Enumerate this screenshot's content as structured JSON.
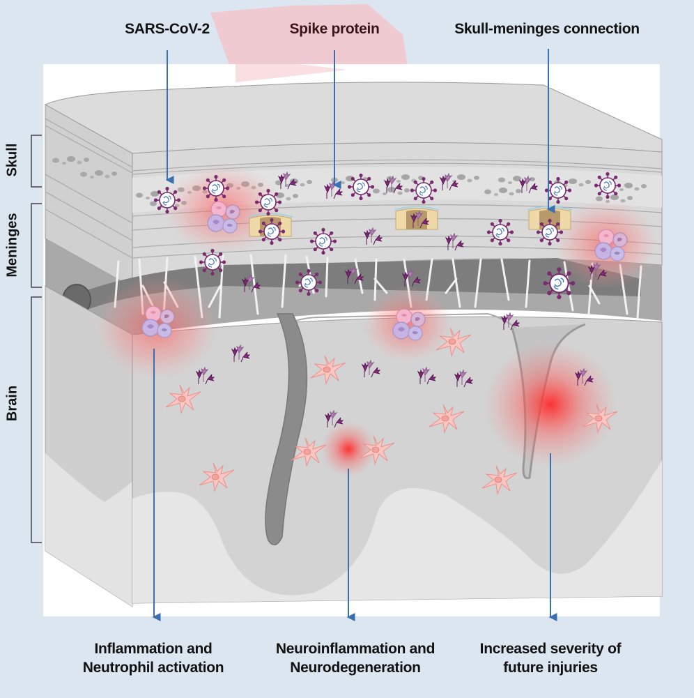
{
  "figure": {
    "type": "graphical-abstract",
    "background_color": "#dce6f1",
    "panel_color": "#ffffff",
    "arrow_color": "#3a6fb0",
    "inflammation_color": "#ff3b3b"
  },
  "top_labels": {
    "sars_cov_2": "SARS-CoV-2",
    "spike_protein": "Spike protein",
    "skull_meninges_connection": "Skull-meninges connection"
  },
  "side_labels": {
    "skull": "Skull",
    "meninges": "Meninges",
    "brain": "Brain"
  },
  "bottom_labels": {
    "inflammation": "Inflammation and\nNeutrophil activation",
    "neuroinflammation": "Neuroinflammation and\nNeurodegeneration",
    "severity": "Increased severity of\nfuture injuries"
  },
  "legend_icons": {
    "virus": "sars-cov-2-virion-icon",
    "spike": "spike-protein-icon",
    "neutrophil": "neutrophil-cluster-icon",
    "microglia": "microglia-cell-icon",
    "channel": "skull-meninges-channel-icon"
  }
}
